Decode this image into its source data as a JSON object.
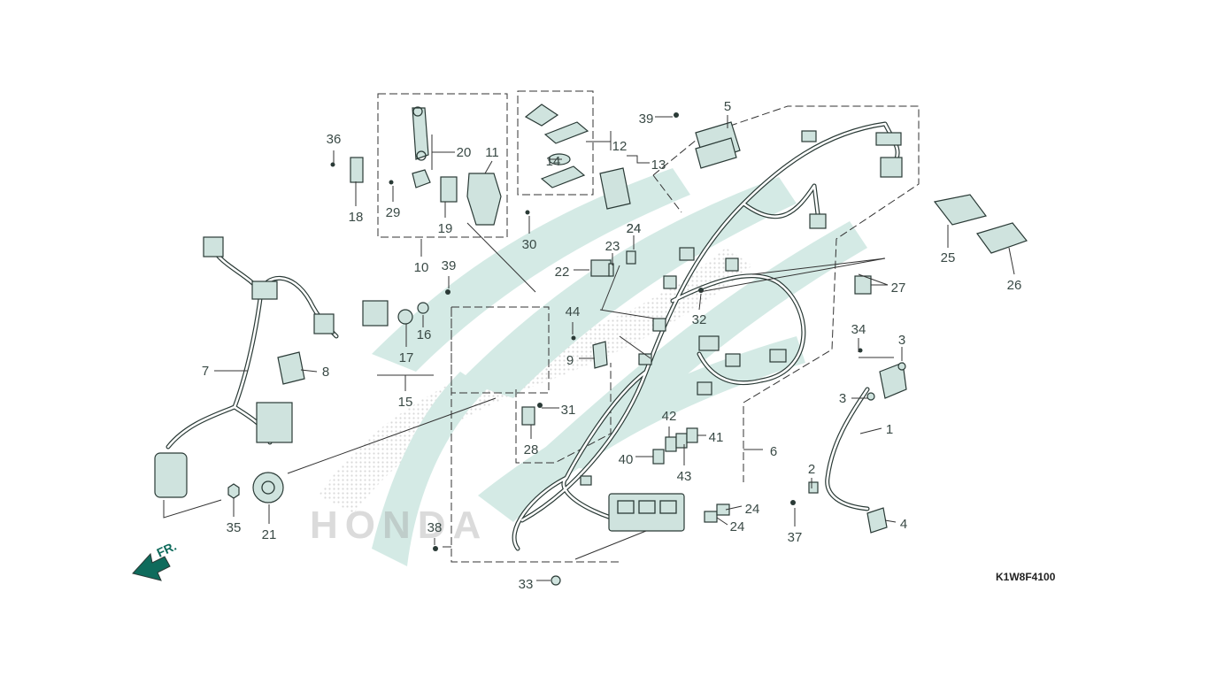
{
  "diagram": {
    "brand_watermark": "HONDA",
    "front_marker": "FR.",
    "diagram_code": "K1W8F4100",
    "callouts": [
      "1",
      "2",
      "3",
      "3",
      "4",
      "5",
      "6",
      "7",
      "8",
      "9",
      "10",
      "11",
      "12",
      "13",
      "14",
      "15",
      "16",
      "17",
      "18",
      "19",
      "20",
      "21",
      "22",
      "23",
      "24",
      "24",
      "24",
      "24",
      "25",
      "26",
      "27",
      "28",
      "29",
      "30",
      "31",
      "32",
      "33",
      "34",
      "35",
      "36",
      "37",
      "38",
      "39",
      "39",
      "40",
      "41",
      "42",
      "43",
      "44"
    ]
  },
  "colors": {
    "accent": "#0f6b5c",
    "watermark": "#3ea58c",
    "ink": "#2a3a36"
  }
}
